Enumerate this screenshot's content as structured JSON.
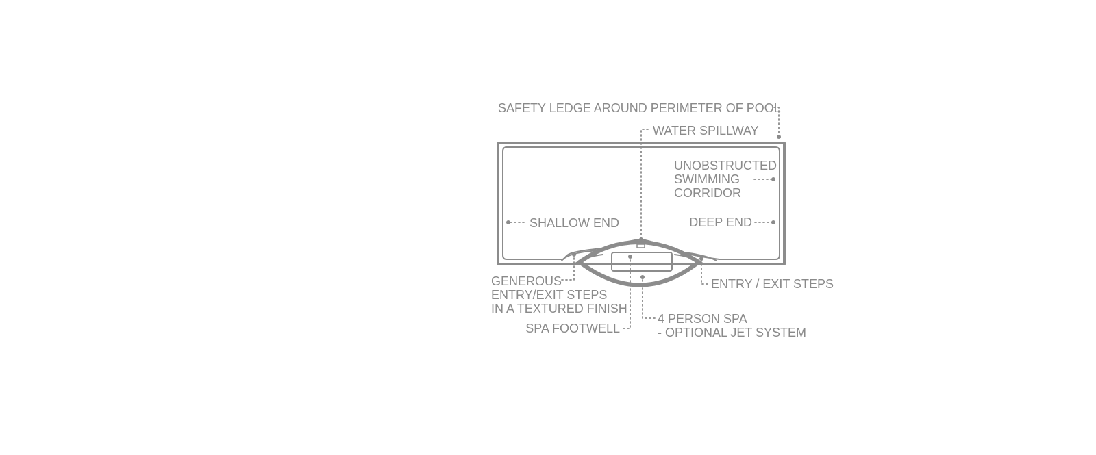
{
  "colors": {
    "line": "#8c8c8c",
    "text": "#8a8a8a",
    "background": "#ffffff"
  },
  "labels": {
    "safety_ledge": "SAFETY LEDGE AROUND PERIMETER OF POOL",
    "water_spillway": "WATER SPILLWAY",
    "corridor": [
      "UNOBSTRUCTED",
      "SWIMMING",
      "CORRIDOR"
    ],
    "shallow_end": "SHALLOW END",
    "deep_end": "DEEP END",
    "generous_steps": [
      "GENEROUS",
      "ENTRY/EXIT STEPS",
      "IN A TEXTURED FINISH"
    ],
    "entry_exit_steps": "ENTRY / EXIT STEPS",
    "spa_footwell": "SPA FOOTWELL",
    "spa": [
      "4 PERSON SPA",
      "- OPTIONAL JET SYSTEM"
    ]
  }
}
